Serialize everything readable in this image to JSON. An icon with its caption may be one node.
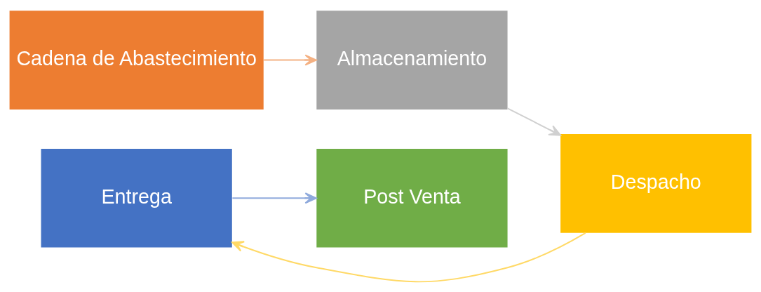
{
  "diagram": {
    "nodes": [
      {
        "text": [
          "Cadena de Abastecimiento"
        ]
      },
      {
        "text": [
          "Almacenamiento"
        ]
      },
      {
        "text": [
          "Despacho"
        ]
      },
      {
        "text": [
          "Entrega"
        ]
      },
      {
        "text": [
          "Post Venta"
        ]
      }
    ],
    "edges": [
      {
        "from": 0,
        "to": 1,
        "arrow": "to",
        "color": "#f4b183"
      },
      {
        "from": 1,
        "to": 2,
        "arrow": "to",
        "color": "#d0d0d0"
      },
      {
        "from": 2,
        "to": 3,
        "arrow": "to",
        "color": "#ffd966"
      },
      {
        "from": 3,
        "to": 4,
        "arrow": "to",
        "color": "#8faadc"
      }
    ]
  }
}
